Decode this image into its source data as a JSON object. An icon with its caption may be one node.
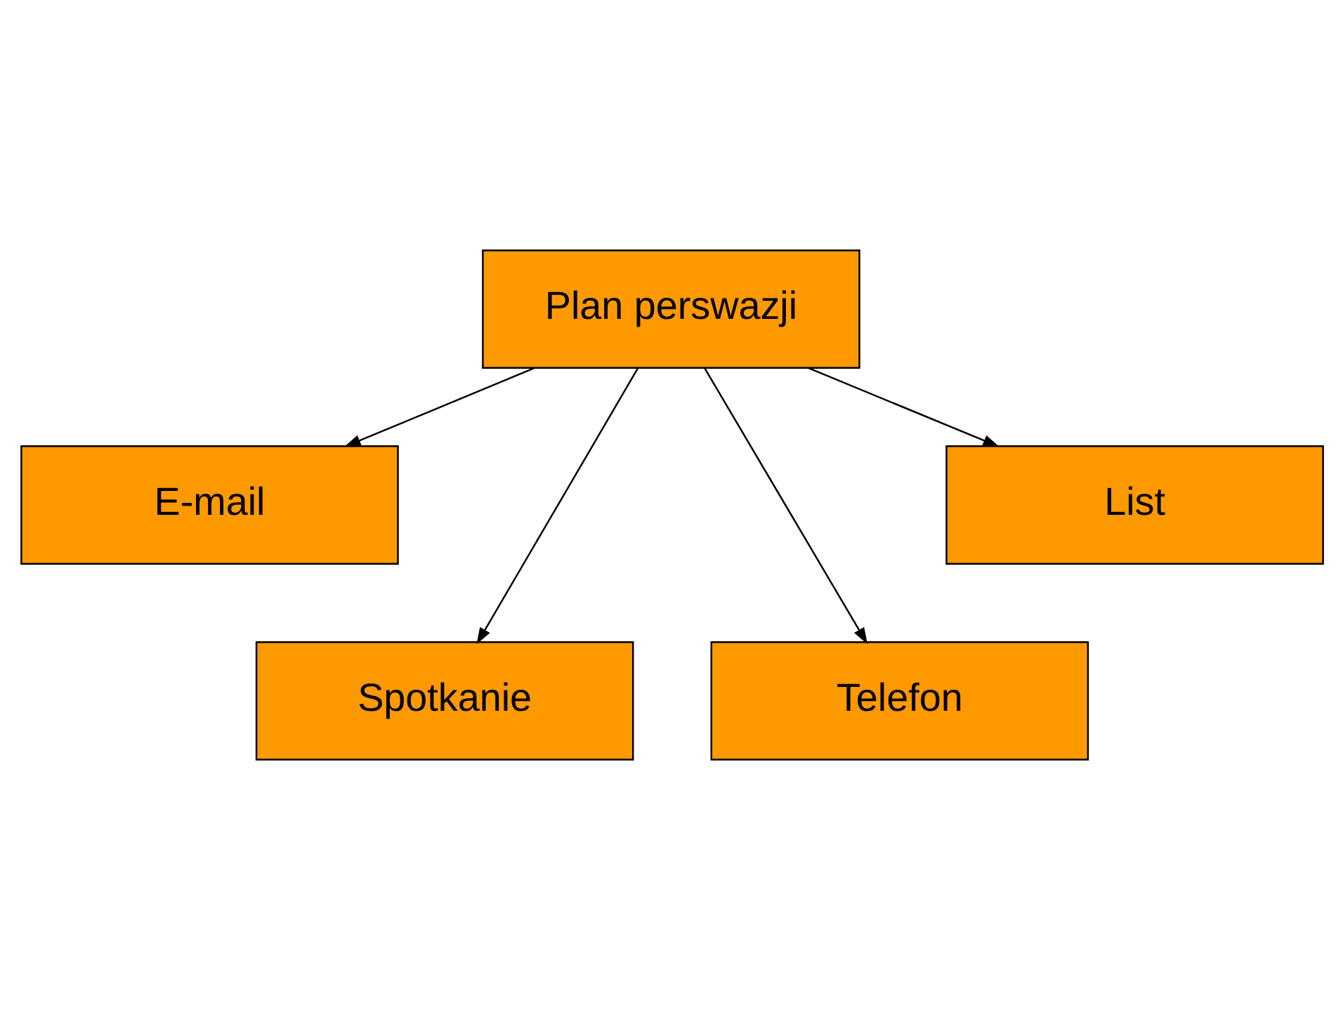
{
  "diagram": {
    "nodes": [
      {
        "text": [
          "Plan perswazji"
        ]
      },
      {
        "text": [
          "E-mail"
        ]
      },
      {
        "text": [
          "Spotkanie"
        ]
      },
      {
        "text": [
          "Telefon"
        ]
      },
      {
        "text": [
          "List"
        ]
      }
    ],
    "edges": [
      {
        "from": 0,
        "to": 1,
        "arrow": "to"
      },
      {
        "from": 0,
        "to": 2,
        "arrow": "to"
      },
      {
        "from": 0,
        "to": 3,
        "arrow": "to"
      },
      {
        "from": 0,
        "to": 4,
        "arrow": "to"
      }
    ]
  }
}
